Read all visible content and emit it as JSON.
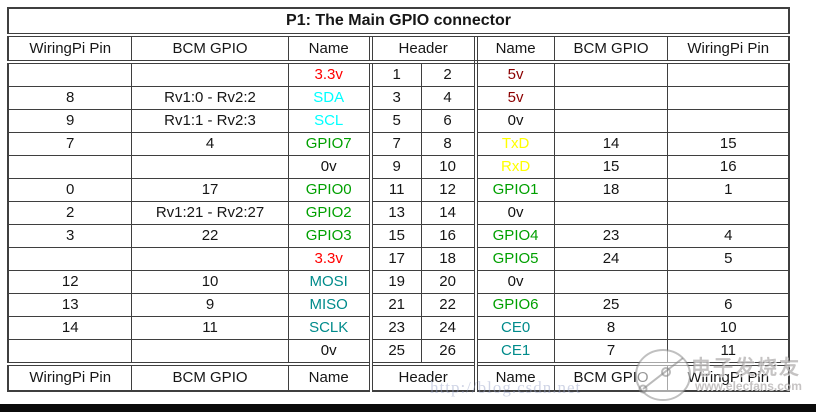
{
  "title": "P1: The Main GPIO connector",
  "table": {
    "header_columns": [
      "WiringPi Pin",
      "BCM GPIO",
      "Name",
      "Header",
      "Name",
      "BCM GPIO",
      "WiringPi Pin"
    ],
    "rows": [
      {
        "wpi_l": "",
        "bcm_l": "",
        "name_l": "3.3v",
        "name_l_color": "red",
        "pin_l": "1",
        "pin_r": "2",
        "name_r": "5v",
        "name_r_color": "maroon",
        "bcm_r": "",
        "wpi_r": ""
      },
      {
        "wpi_l": "8",
        "bcm_l": "Rv1:0 - Rv2:2",
        "name_l": "SDA",
        "name_l_color": "cyan",
        "pin_l": "3",
        "pin_r": "4",
        "name_r": "5v",
        "name_r_color": "maroon",
        "bcm_r": "",
        "wpi_r": ""
      },
      {
        "wpi_l": "9",
        "bcm_l": "Rv1:1 - Rv2:3",
        "name_l": "SCL",
        "name_l_color": "cyan",
        "pin_l": "5",
        "pin_r": "6",
        "name_r": "0v",
        "name_r_color": "black",
        "bcm_r": "",
        "wpi_r": ""
      },
      {
        "wpi_l": "7",
        "bcm_l": "4",
        "name_l": "GPIO7",
        "name_l_color": "green",
        "pin_l": "7",
        "pin_r": "8",
        "name_r": "TxD",
        "name_r_color": "yellow",
        "bcm_r": "14",
        "wpi_r": "15"
      },
      {
        "wpi_l": "",
        "bcm_l": "",
        "name_l": "0v",
        "name_l_color": "black",
        "pin_l": "9",
        "pin_r": "10",
        "name_r": "RxD",
        "name_r_color": "yellow",
        "bcm_r": "15",
        "wpi_r": "16"
      },
      {
        "wpi_l": "0",
        "bcm_l": "17",
        "name_l": "GPIO0",
        "name_l_color": "green",
        "pin_l": "11",
        "pin_r": "12",
        "name_r": "GPIO1",
        "name_r_color": "green",
        "bcm_r": "18",
        "wpi_r": "1"
      },
      {
        "wpi_l": "2",
        "bcm_l": "Rv1:21 - Rv2:27",
        "name_l": "GPIO2",
        "name_l_color": "green",
        "pin_l": "13",
        "pin_r": "14",
        "name_r": "0v",
        "name_r_color": "black",
        "bcm_r": "",
        "wpi_r": ""
      },
      {
        "wpi_l": "3",
        "bcm_l": "22",
        "name_l": "GPIO3",
        "name_l_color": "green",
        "pin_l": "15",
        "pin_r": "16",
        "name_r": "GPIO4",
        "name_r_color": "green",
        "bcm_r": "23",
        "wpi_r": "4"
      },
      {
        "wpi_l": "",
        "bcm_l": "",
        "name_l": "3.3v",
        "name_l_color": "red",
        "pin_l": "17",
        "pin_r": "18",
        "name_r": "GPIO5",
        "name_r_color": "green",
        "bcm_r": "24",
        "wpi_r": "5"
      },
      {
        "wpi_l": "12",
        "bcm_l": "10",
        "name_l": "MOSI",
        "name_l_color": "teal",
        "pin_l": "19",
        "pin_r": "20",
        "name_r": "0v",
        "name_r_color": "black",
        "bcm_r": "",
        "wpi_r": ""
      },
      {
        "wpi_l": "13",
        "bcm_l": "9",
        "name_l": "MISO",
        "name_l_color": "teal",
        "pin_l": "21",
        "pin_r": "22",
        "name_r": "GPIO6",
        "name_r_color": "green",
        "bcm_r": "25",
        "wpi_r": "6"
      },
      {
        "wpi_l": "14",
        "bcm_l": "11",
        "name_l": "SCLK",
        "name_l_color": "teal",
        "pin_l": "23",
        "pin_r": "24",
        "name_r": "CE0",
        "name_r_color": "teal",
        "bcm_r": "8",
        "wpi_r": "10"
      },
      {
        "wpi_l": "",
        "bcm_l": "",
        "name_l": "0v",
        "name_l_color": "black",
        "pin_l": "25",
        "pin_r": "26",
        "name_r": "CE1",
        "name_r_color": "teal",
        "bcm_r": "7",
        "wpi_r": "11"
      }
    ]
  },
  "colors": {
    "red": "#ff0000",
    "maroon": "#8b0000",
    "black": "#111111",
    "cyan": "#00ffff",
    "green": "#00a000",
    "yellow": "#ffff00",
    "teal": "#008b8b",
    "border": "#3f3f3f"
  },
  "watermark": {
    "url_text": "http://blog.csdn.net",
    "logo_text_cn": "电子发烧友",
    "logo_site": "www.elecfans.com"
  }
}
